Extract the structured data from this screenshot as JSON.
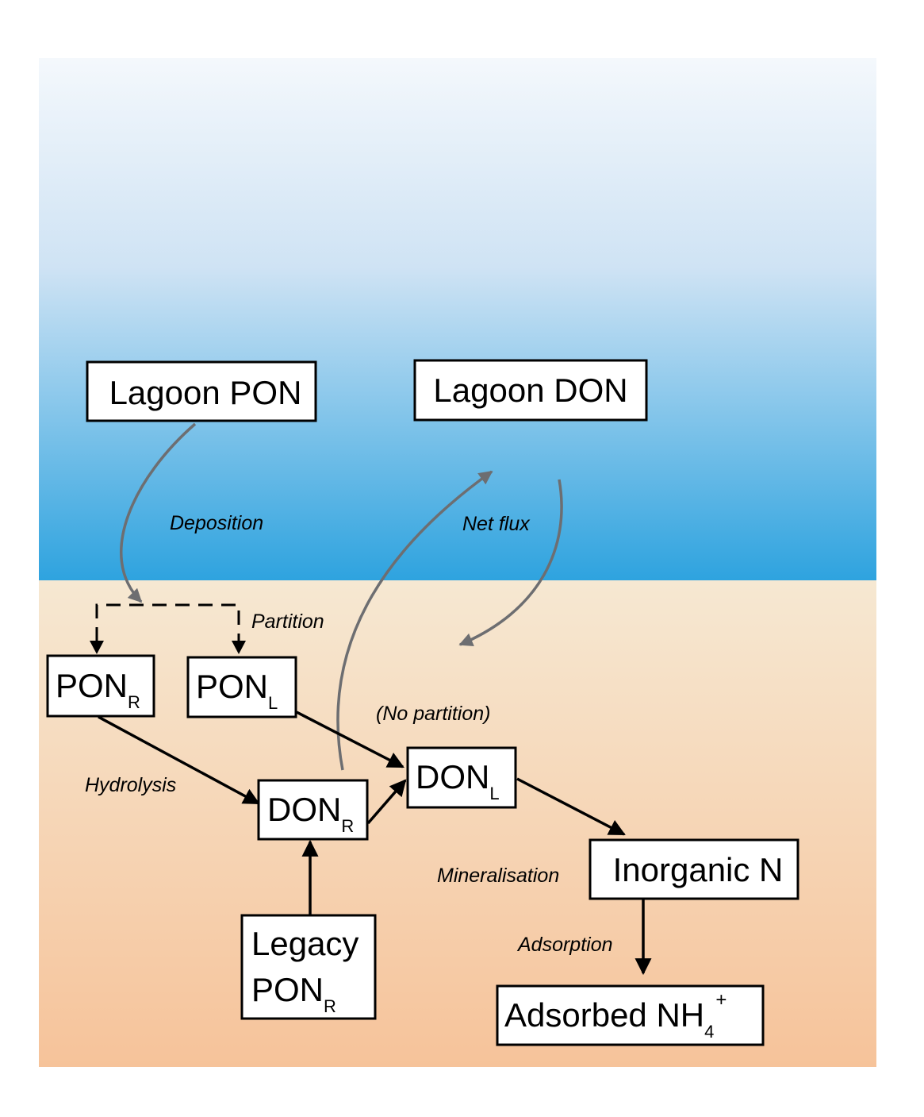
{
  "colors": {
    "water_top": "#f4f8fc",
    "water_bottom": "#2ea3df",
    "sediment_top": "#f6e8d2",
    "sediment_bottom": "#f6c39a",
    "black_arrow": "#000000",
    "gray_arrow": "#6d6e71"
  },
  "boxes": {
    "lagoon_pon": {
      "text": "Lagoon PON"
    },
    "lagoon_don": {
      "text": "Lagoon DON"
    },
    "pon_r": {
      "text": "PON",
      "sub": "R"
    },
    "pon_l": {
      "text": "PON",
      "sub": "L"
    },
    "don_r": {
      "text": "DON",
      "sub": "R"
    },
    "don_l": {
      "text": "DON",
      "sub": "L"
    },
    "legacy_pon_r": {
      "line1": "Legacy",
      "line2": "PON",
      "sub": "R"
    },
    "inorganic_n": {
      "text": "Inorganic N"
    },
    "adsorbed_nh4": {
      "text": "Adsorbed NH",
      "sub": "4",
      "sup": "+"
    }
  },
  "processes": {
    "deposition": "Deposition",
    "net_flux": "Net flux",
    "partition": "Partition",
    "no_partition": "(No partition)",
    "hydrolysis": "Hydrolysis",
    "mineralisation": "Mineralisation",
    "adsorption": "Adsorption"
  }
}
